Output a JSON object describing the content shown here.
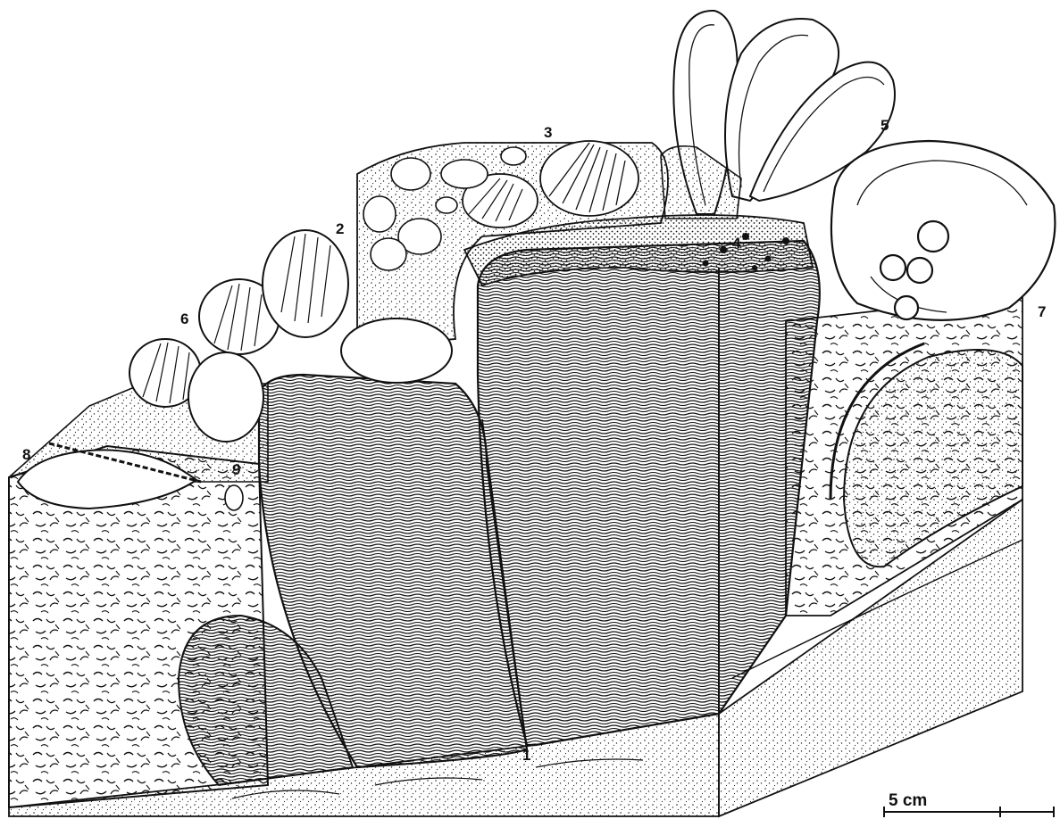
{
  "labels": {
    "l1": "1",
    "l2": "2",
    "l3": "3",
    "l4": "4",
    "l5": "5",
    "l6": "6",
    "l7": "7",
    "l8": "8",
    "l9": "9"
  },
  "scale_bar": {
    "label": "5 cm"
  },
  "colors": {
    "ink": "#111111",
    "paper": "#ffffff"
  }
}
